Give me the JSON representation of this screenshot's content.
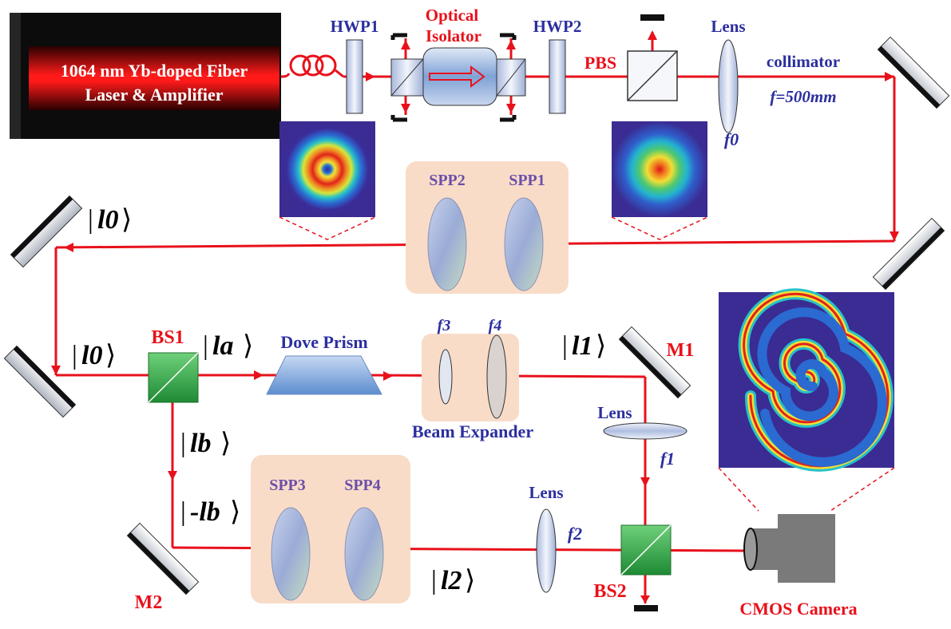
{
  "laser": {
    "line1": "1064 nm Yb-doped Fiber",
    "line2": "Laser & Amplifier"
  },
  "components": {
    "hwp1": "HWP1",
    "isolator_line1": "Optical",
    "isolator_line2": "Isolator",
    "hwp2": "HWP2",
    "pbs": "PBS",
    "lens_top": "Lens",
    "collimator": "collimator",
    "focal_top": "f=500mm",
    "f0": "f0",
    "spp2": "SPP2",
    "spp1": "SPP1",
    "spp3": "SPP3",
    "spp4": "SPP4",
    "bs1": "BS1",
    "bs2": "BS2",
    "dove_prism": "Dove Prism",
    "f3": "f3",
    "f4": "f4",
    "beam_expander": "Beam Expander",
    "m1": "M1",
    "m2": "M2",
    "lens_f1": "Lens",
    "f1": "f1",
    "lens_f2": "Lens",
    "f2": "f2",
    "camera": "CMOS Camera"
  },
  "kets": {
    "l0_top": "l0",
    "l0_left": "l0",
    "la": "la",
    "lb": "lb",
    "neg_lb": "-lb",
    "l1": "l1",
    "l2": "l2"
  },
  "colors": {
    "beam": "#e8111b",
    "label_blue": "#2b2f9e",
    "label_red": "#e8111b",
    "spp_label": "#6b4fa8",
    "panel_bg": "#f9dcc8",
    "bs_green": "#3fb24a"
  }
}
